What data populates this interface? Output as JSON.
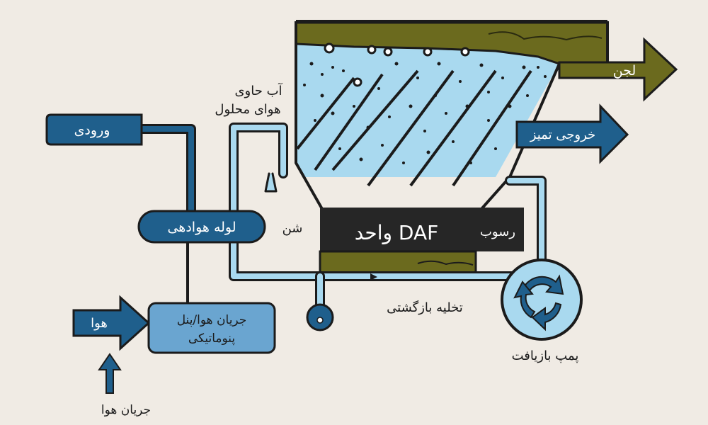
{
  "labels": {
    "inlet": "ورودی",
    "aeration_pipe": "لوله هوادهی",
    "air": "هوا",
    "air_flow_panel_line1": "جریان هوا/پنل",
    "air_flow_panel_line2": "پنوماتیکی",
    "air_flow": "جریان هوا",
    "dissolved_air_water_line1": "آب حاوی",
    "dissolved_air_water_line2": "هوای محلول",
    "gravel": "شن",
    "daf_unit": "واحد DAF",
    "sediment": "رسوب",
    "sludge": "لجن",
    "clean_outlet": "خروجی تمیز",
    "return_drain": "تخلیه بازگشتی",
    "recovery_pump": "پمپ بازیافت"
  },
  "colors": {
    "background": "#f0ebe4",
    "pipe_blue": "#1f5f8c",
    "pipe_blue_light": "#4b89b8",
    "water_light": "#a9d9ef",
    "sludge_olive": "#6b6a1e",
    "outline_dark": "#1b1b1b",
    "dark_box": "#262626",
    "label_text_light": "#ffffff"
  }
}
